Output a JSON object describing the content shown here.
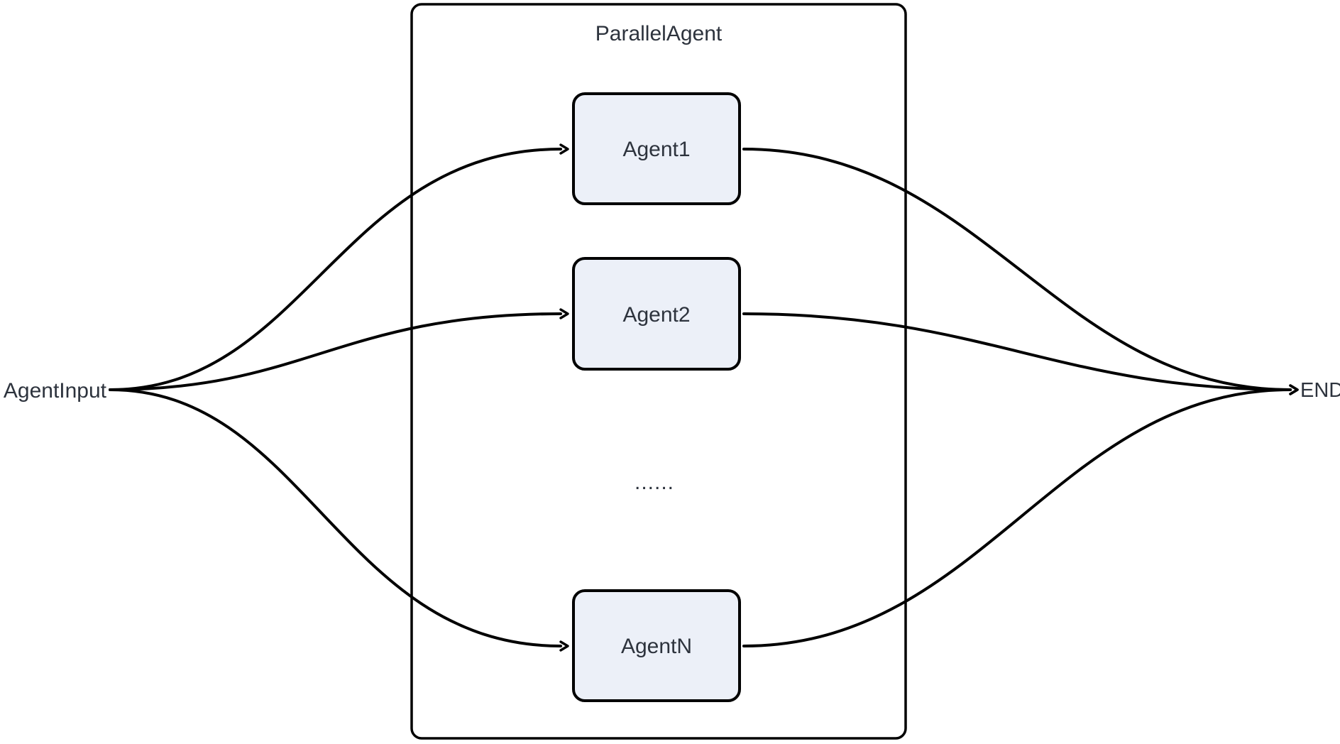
{
  "diagram": {
    "type": "flowchart",
    "orientation": "left-to-right",
    "container": {
      "label": "ParallelAgent"
    },
    "nodes": [
      {
        "id": "agent1",
        "label": "Agent1"
      },
      {
        "id": "agent2",
        "label": "Agent2"
      },
      {
        "id": "agentN",
        "label": "AgentN"
      }
    ],
    "ellipsis_label": "......",
    "source_label": "AgentInput",
    "sink_label": "END",
    "edges": [
      {
        "from": "AgentInput",
        "to": "Agent1"
      },
      {
        "from": "AgentInput",
        "to": "Agent2"
      },
      {
        "from": "AgentInput",
        "to": "AgentN"
      },
      {
        "from": "Agent1",
        "to": "END"
      },
      {
        "from": "Agent2",
        "to": "END"
      },
      {
        "from": "AgentN",
        "to": "END"
      }
    ],
    "colors": {
      "background": "#ffffff",
      "node_fill": "#ecf0f8",
      "node_border": "#000000",
      "container_border": "#000000",
      "edge_color": "#000000",
      "text_color": "#2d333d"
    }
  }
}
